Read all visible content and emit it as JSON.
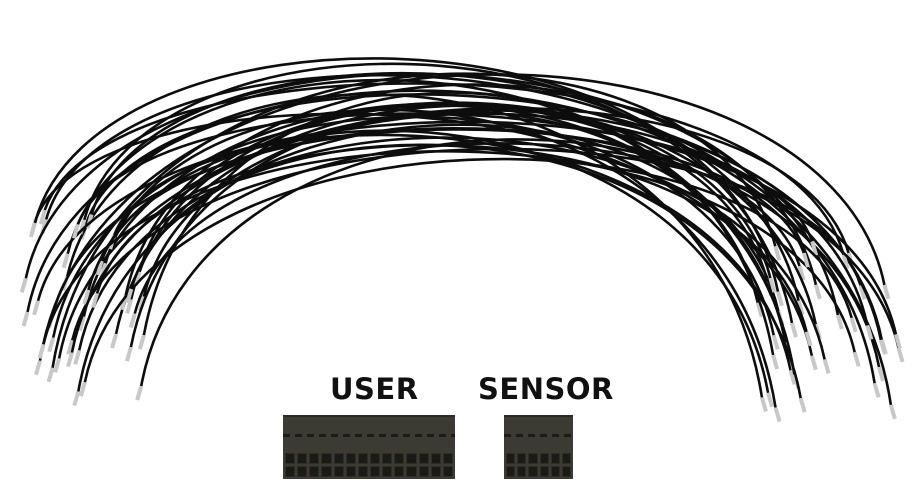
{
  "labels": {
    "user": "USER",
    "sensor": "SENSOR"
  },
  "connectors": {
    "user": {
      "columns": 14,
      "rows": 2
    },
    "sensor": {
      "columns": 6,
      "rows": 2
    }
  },
  "colors": {
    "wire": "#0d0d0d",
    "terminal": "#c8c8c8",
    "housing": "#3b3a33"
  }
}
